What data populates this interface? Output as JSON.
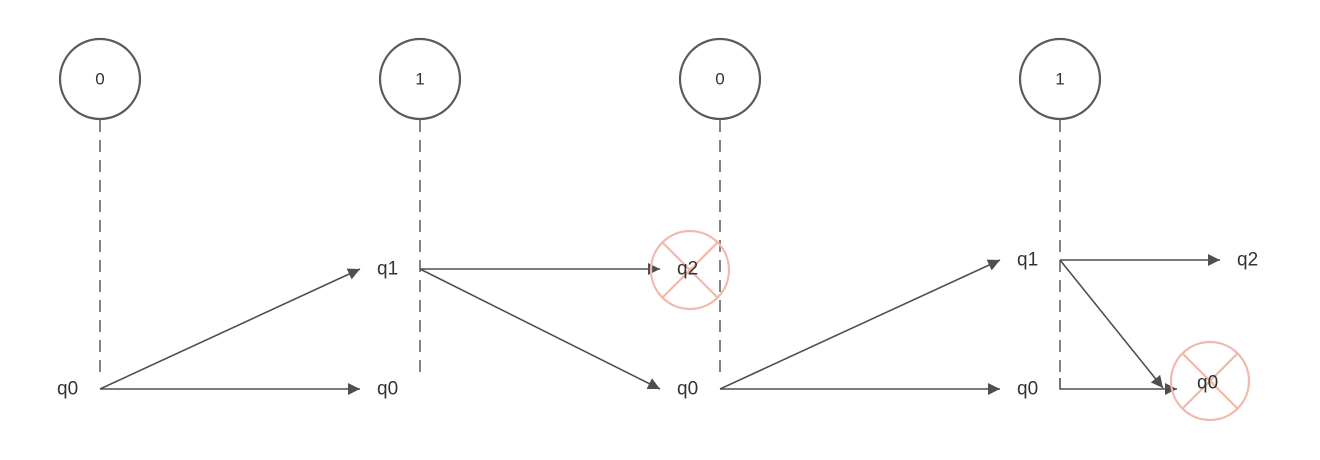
{
  "input_symbols": [
    "0",
    "1",
    "0",
    "1"
  ],
  "steps": [
    {
      "states": [
        "q0"
      ]
    },
    {
      "states": [
        "q1",
        "q0"
      ]
    },
    {
      "states": [
        "q2",
        "q0"
      ]
    },
    {
      "states": [
        "q1",
        "q0"
      ]
    },
    {
      "states": [
        "q2",
        "q0"
      ]
    }
  ],
  "transitions": [
    {
      "from": "q0",
      "to": "q1",
      "symbol": "0"
    },
    {
      "from": "q0",
      "to": "q0",
      "symbol": "0"
    },
    {
      "from": "q1",
      "to": "q2",
      "symbol": "1"
    },
    {
      "from": "q1",
      "to": "q0",
      "symbol": "1"
    },
    {
      "from": "q0",
      "to": "q1",
      "symbol": "0"
    },
    {
      "from": "q0",
      "to": "q0",
      "symbol": "0"
    },
    {
      "from": "q1",
      "to": "q2",
      "symbol": "1"
    },
    {
      "from": "q1",
      "to": "q0",
      "symbol": "1"
    }
  ],
  "rejected": [
    "q2",
    "q0"
  ],
  "colors": {
    "line": "#4f4f4f",
    "text": "#333333",
    "rejected": "#f2b8ab"
  }
}
